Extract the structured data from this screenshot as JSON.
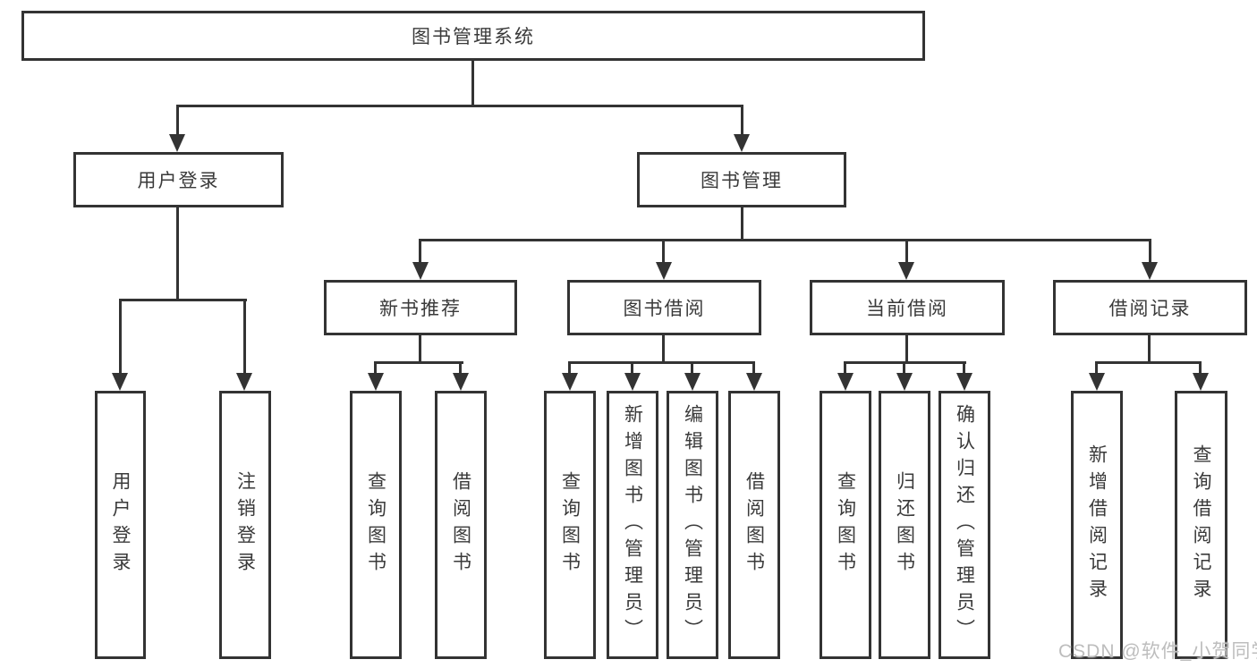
{
  "diagram": {
    "root_label": "图书管理系统",
    "level2": {
      "user_login": "用户登录",
      "book_mgmt": "图书管理"
    },
    "level3": [
      "新书推荐",
      "图书借阅",
      "当前借阅",
      "借阅记录"
    ],
    "leaves_user": [
      "用户登录",
      "注销登录"
    ],
    "leaves_newbook": [
      "查询图书",
      "借阅图书"
    ],
    "leaves_borrow": [
      "查询图书",
      "新增图书（管理员）",
      "编辑图书（管理员）",
      "借阅图书"
    ],
    "leaves_current": [
      "查询图书",
      "归还图书",
      "确认归还（管理员）"
    ],
    "leaves_record": [
      "新增借阅记录",
      "查询借阅记录"
    ],
    "watermark": "CSDN @软件_小贺同学"
  },
  "colors": {
    "line": "#333333",
    "text": "#3a3a3a",
    "background": "#ffffff",
    "watermark": "#bdbdbd"
  }
}
